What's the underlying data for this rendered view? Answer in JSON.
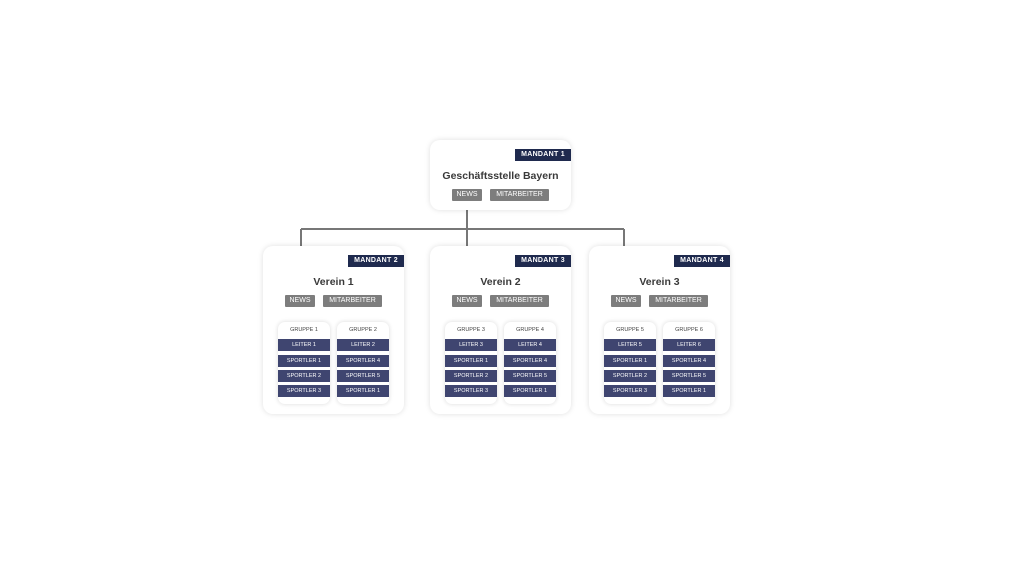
{
  "diagram": {
    "colors": {
      "badge": "#1f2a4e",
      "pill": "#7d7d7d",
      "member": "#3f4570",
      "connector": "#777777"
    },
    "root": {
      "mandant": "MANDANT 1",
      "title": "Geschäftsstelle Bayern",
      "news": "NEWS",
      "staff": "MITARBEITER"
    },
    "clubs": [
      {
        "mandant": "MANDANT 2",
        "title": "Verein 1",
        "news": "NEWS",
        "staff": "MITARBEITER",
        "groups": [
          {
            "label": "GRUPPE 1",
            "members": [
              "LEITER 1",
              "SPORTLER 1",
              "SPORTLER 2",
              "SPORTLER 3"
            ]
          },
          {
            "label": "GRUPPE 2",
            "members": [
              "LEITER 2",
              "SPORTLER 4",
              "SPORTLER 5",
              "SPORTLER 1"
            ]
          }
        ]
      },
      {
        "mandant": "MANDANT 3",
        "title": "Verein 2",
        "news": "NEWS",
        "staff": "MITARBEITER",
        "groups": [
          {
            "label": "GRUPPE 3",
            "members": [
              "LEITER 3",
              "SPORTLER 1",
              "SPORTLER 2",
              "SPORTLER 3"
            ]
          },
          {
            "label": "GRUPPE 4",
            "members": [
              "LEITER 4",
              "SPORTLER 4",
              "SPORTLER 5",
              "SPORTLER 1"
            ]
          }
        ]
      },
      {
        "mandant": "MANDANT 4",
        "title": "Verein 3",
        "news": "NEWS",
        "staff": "MITARBEITER",
        "groups": [
          {
            "label": "GRUPPE 5",
            "members": [
              "LEITER 5",
              "SPORTLER 1",
              "SPORTLER 2",
              "SPORTLER 3"
            ]
          },
          {
            "label": "GRUPPE 6",
            "members": [
              "LEITER 6",
              "SPORTLER 4",
              "SPORTLER 5",
              "SPORTLER 1"
            ]
          }
        ]
      }
    ]
  }
}
